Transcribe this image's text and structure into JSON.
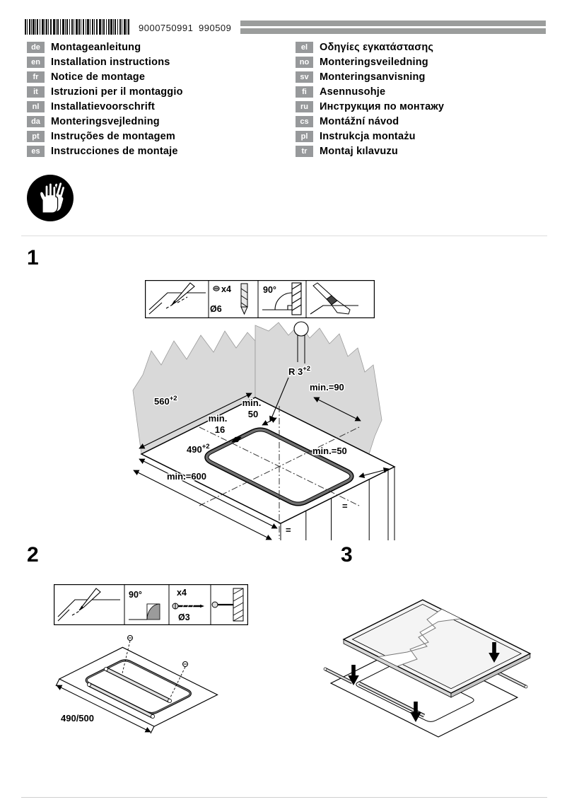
{
  "page": {
    "doc_number": "9000750991",
    "doc_code": "990509"
  },
  "colors": {
    "badge_gray": "#97999b",
    "rule_gray": "#9b9d9c",
    "wall_gray": "#d9d9d9",
    "cutout_band_gray": "#707070"
  },
  "icons": {
    "gloves": "protective-gloves-icon",
    "marking": "pencil-marking-icon",
    "screw": "screw-icon",
    "drill": "drill-bit-icon",
    "angle": "right-angle-icon",
    "sealant": "brush-icon",
    "barcode": "barcode"
  },
  "languages": {
    "left": [
      {
        "code": "de",
        "title": "Montageanleitung"
      },
      {
        "code": "en",
        "title": "Installation instructions"
      },
      {
        "code": "fr",
        "title": "Notice de montage"
      },
      {
        "code": "it",
        "title": "Istruzioni per il montaggio"
      },
      {
        "code": "nl",
        "title": "Installatievoorschrift"
      },
      {
        "code": "da",
        "title": "Monteringsvejledning"
      },
      {
        "code": "pt",
        "title": "Instruções de montagem"
      },
      {
        "code": "es",
        "title": "Instrucciones de montaje"
      }
    ],
    "right": [
      {
        "code": "el",
        "title": "Οδηγίες εγκατάστασης"
      },
      {
        "code": "no",
        "title": "Monteringsveiledning"
      },
      {
        "code": "sv",
        "title": "Monteringsanvisning"
      },
      {
        "code": "fi",
        "title": "Asennusohje"
      },
      {
        "code": "ru",
        "title": "Инструкция по монтажу"
      },
      {
        "code": "cs",
        "title": "Montážní návod"
      },
      {
        "code": "pl",
        "title": "Instrukcja montażu"
      },
      {
        "code": "tr",
        "title": "Montaj kılavuzu"
      }
    ]
  },
  "step1": {
    "label": "1",
    "tools": {
      "screw_count": "x4",
      "drill_diameter": "Ø6",
      "angle": "90°"
    },
    "dims": {
      "min_top_1": "min.",
      "min_top_2": "50",
      "min_left_1": "min.",
      "min_left_2": "16",
      "radius": "R 3",
      "radius_sup": "+2",
      "min_right": "min.=90",
      "width": "560",
      "width_sup": "+2",
      "min_front": "min.=50",
      "depth": "490",
      "depth_sup": "+2",
      "min_total": "min.=600",
      "equal_1": "=",
      "equal_2": "="
    }
  },
  "step2": {
    "label": "2",
    "tools": {
      "angle": "90°",
      "screw_count": "x4",
      "drill_diameter": "Ø3"
    },
    "dims": {
      "rail_spacing": "490/500"
    }
  },
  "step3": {
    "label": "3"
  }
}
